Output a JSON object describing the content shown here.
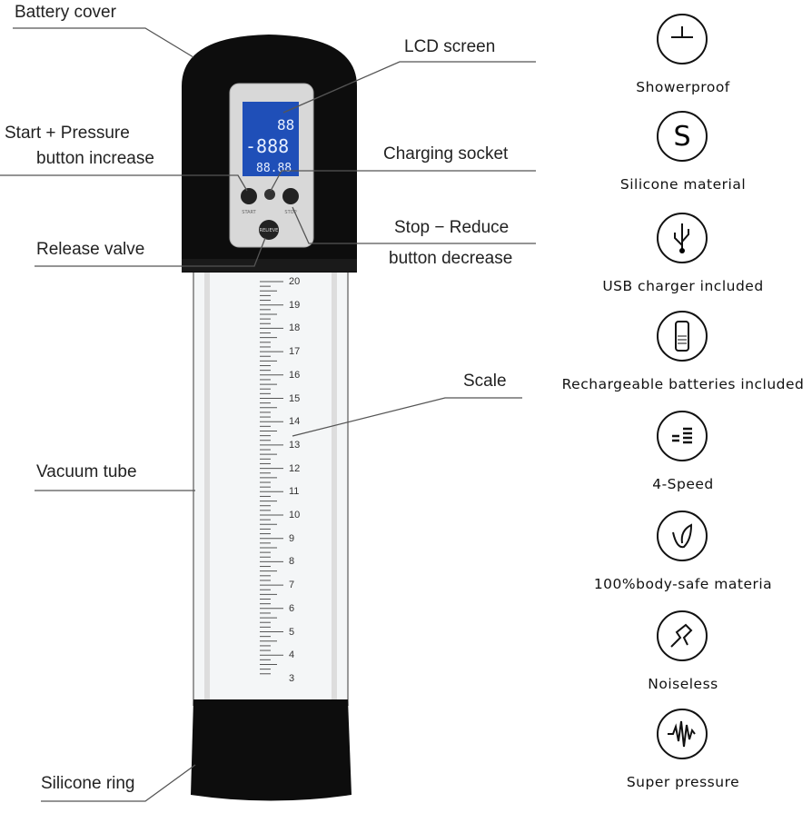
{
  "labels": {
    "battery_cover": "Battery cover",
    "lcd_screen": "LCD screen",
    "start_line1": "Start + Pressure",
    "start_line2": "button increase",
    "charging_socket": "Charging socket",
    "stop_line1": "Stop − Reduce",
    "stop_line2": "button decrease",
    "release_valve": "Release valve",
    "scale": "Scale",
    "vacuum_tube": "Vacuum tube",
    "silicone_ring": "Silicone ring"
  },
  "lcd": {
    "level": "88",
    "pressure": "-888",
    "timer": "88.88",
    "button_left": "START",
    "button_right": "STOP",
    "button_center": "RELIEVE"
  },
  "scale_ticks": [
    "20",
    "19",
    "18",
    "17",
    "16",
    "15",
    "14",
    "13",
    "12",
    "11",
    "10",
    "9",
    "8",
    "7",
    "6",
    "5",
    "4",
    "3"
  ],
  "features": [
    {
      "icon": "showerproof-icon",
      "label": "Showerproof"
    },
    {
      "icon": "silicone-icon",
      "label": "Silicone material"
    },
    {
      "icon": "usb-icon",
      "label": "USB charger included"
    },
    {
      "icon": "battery-icon",
      "label": "Rechargeable batteries included"
    },
    {
      "icon": "speed-icon",
      "label": "4-Speed"
    },
    {
      "icon": "leaf-icon",
      "label": "100%body-safe materia"
    },
    {
      "icon": "noiseless-icon",
      "label": "Noiseless"
    },
    {
      "icon": "pulse-icon",
      "label": "Super pressure"
    }
  ],
  "colors": {
    "lcd": "#1f4fb8",
    "body": "#0d0d0d",
    "panel": "#d8d8d8"
  }
}
